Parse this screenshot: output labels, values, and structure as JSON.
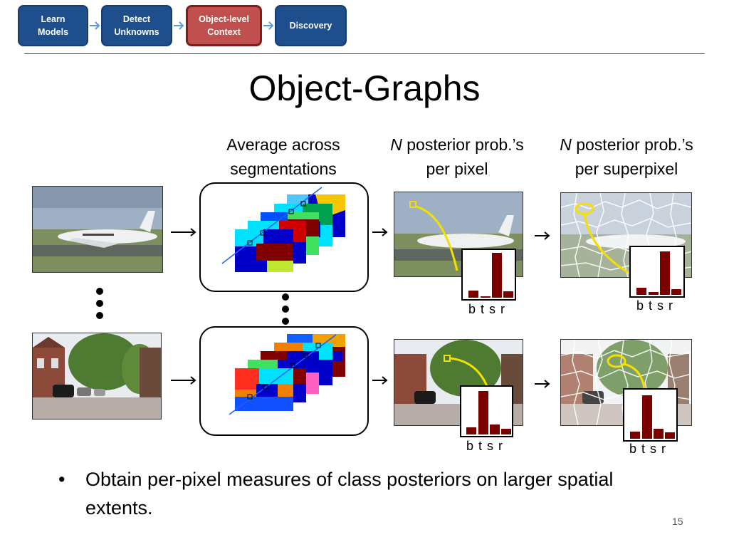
{
  "nav": {
    "steps": [
      {
        "label": "Learn\nModels",
        "active": false
      },
      {
        "label": "Detect\nUnknowns",
        "active": false
      },
      {
        "label": "Object-level\nContext",
        "active": true
      },
      {
        "label": "Discovery",
        "active": false
      }
    ],
    "colors": {
      "default": "#1f4e8c",
      "active": "#c0504d",
      "arrow": "#5b9bd5"
    }
  },
  "title": "Object-Graphs",
  "columns": {
    "avg": "Average across\nsegmentations",
    "pixel_var": "N",
    "pixel_rest": " posterior prob.’s\nper pixel",
    "super_var": "N",
    "super_rest": " posterior prob.’s\nper superpixel"
  },
  "histograms": {
    "labels": "b t s r",
    "bar_color": "#7b0000",
    "plane_pixel": [
      0.15,
      0.03,
      1.0,
      0.14
    ],
    "plane_super": [
      0.15,
      0.06,
      1.0,
      0.13
    ],
    "street_pixel": [
      0.15,
      1.0,
      0.22,
      0.13
    ],
    "street_super": [
      0.15,
      1.0,
      0.2,
      0.14
    ]
  },
  "bullet": {
    "mark": "•",
    "text": "Obtain per-pixel measures of class posteriors on larger spatial extents."
  },
  "page_number": "15"
}
